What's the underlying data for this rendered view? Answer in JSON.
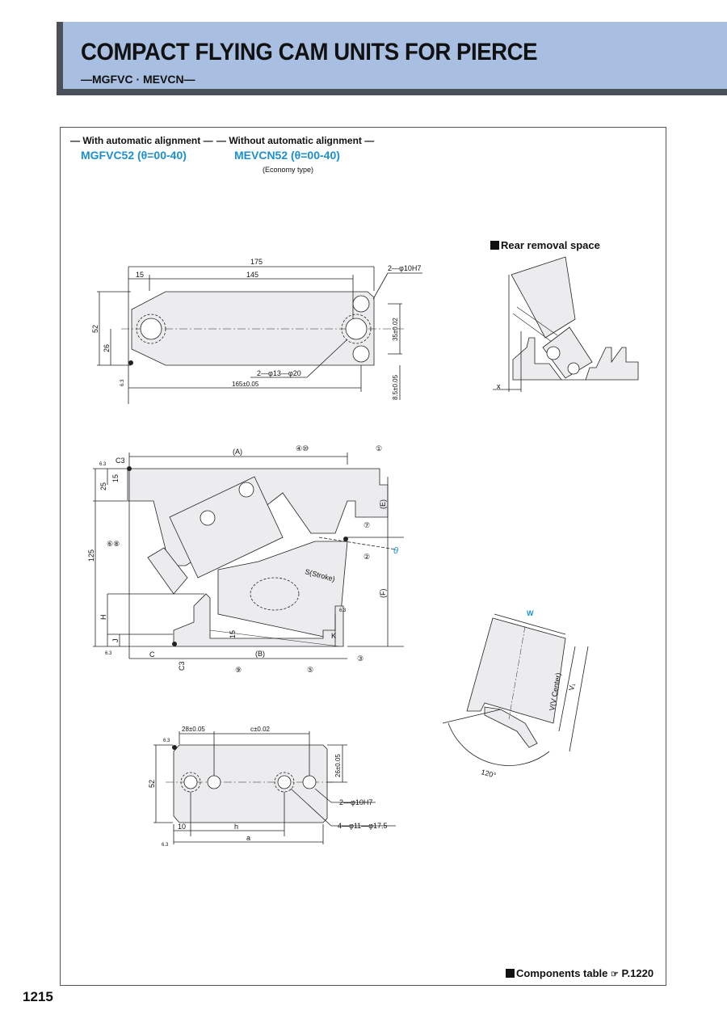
{
  "header": {
    "title": "COMPACT FLYING CAM UNITS FOR PIERCE",
    "subtitle": "—MGFVC · MEVCN—"
  },
  "variants": [
    {
      "label": "— With automatic alignment —",
      "model": "MGFVC52 (θ=00-40)"
    },
    {
      "label": "— Without automatic alignment —",
      "model": "MEVCN52 (θ=00-40)",
      "note": "(Economy type)"
    }
  ],
  "rear_removal": {
    "title": "Rear removal space",
    "x_label": "x"
  },
  "top_view": {
    "dims": [
      "175",
      "15",
      "145",
      "2—φ10H7",
      "52",
      "26",
      "35±0.02",
      "2—φ13—φ20",
      "165±0.05",
      "8.5±0.05",
      "6.3"
    ]
  },
  "side_view": {
    "dims": [
      "(A)",
      "C3",
      "6.3",
      "25",
      "15",
      "125",
      "H",
      "J",
      "C",
      "C3",
      "15",
      "(B)",
      "K",
      "S(Stroke)",
      "(E)",
      "(F)",
      "6.3",
      "6.3"
    ],
    "balloons": [
      "④⑩",
      "①",
      "⑦",
      "⑥⑧",
      "②",
      "③",
      "⑨",
      "⑤"
    ],
    "theta": "θ"
  },
  "angle_view": {
    "dims": [
      "W",
      "V(V Center)",
      "V₁",
      "120°"
    ]
  },
  "bottom_view": {
    "dims": [
      "28±0.05",
      "c±0.02",
      "6.3",
      "52",
      "26±0.05",
      "2—φ10H7",
      "10",
      "h",
      "4—φ11—φ17.5",
      "a",
      "6.3"
    ]
  },
  "footer": {
    "components": "Components table",
    "page_ref": "P.1220",
    "page_number": "1215"
  },
  "colors": {
    "header_bg": "#a8bfe2",
    "header_band": "#4b4f57",
    "model_blue": "#1c8fd0",
    "part_fill": "#ececee"
  }
}
